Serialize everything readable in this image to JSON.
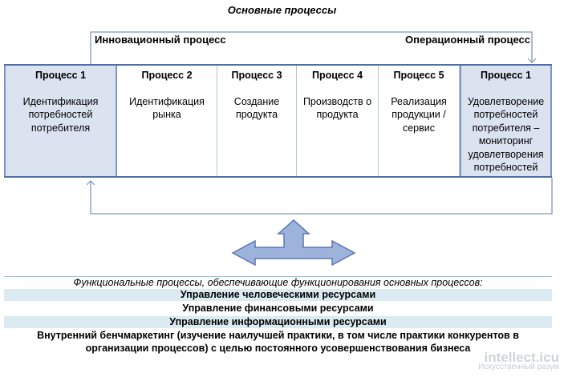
{
  "title": "Основные процессы",
  "bracket_left_label": "Инновационный процесс",
  "bracket_right_label": "Операционный процесс",
  "processes": [
    {
      "title": "Процесс 1",
      "desc": "Идентификация потребностей потребителя",
      "highlight": true
    },
    {
      "title": "Процесс 2",
      "desc": "Идентификация рынка",
      "highlight": false
    },
    {
      "title": "Процесс 3",
      "desc": "Создание продукта",
      "highlight": false
    },
    {
      "title": "Процесс 4",
      "desc": "Производств о продукта",
      "highlight": false
    },
    {
      "title": "Процесс 5",
      "desc": "Реализация продукции / сервис",
      "highlight": false
    },
    {
      "title": "Процесс 1",
      "desc": "Удовлетворение потребностей потребителя – мониторинг удовлетворения потребностей",
      "highlight": true
    }
  ],
  "functional": {
    "caption": "Функциональные процессы, обеспечивающие функционирования основных процессов:",
    "rows": [
      "Управление человеческими ресурсами",
      "Управление финансовыми ресурсами",
      "Управление информационными ресурсами",
      "Внутренний бенчмаркетинг (изучение наилучшей практики, в том числе практики конкурентов в организации процессов) с целью постоянного усовершенствования бизнеса"
    ]
  },
  "watermark": {
    "line1": "intellect.icu",
    "line2": "Искусственный разум"
  },
  "colors": {
    "box_border": "#4f6fa8",
    "highlight_fill": "#dbe3f1",
    "arrow_fill": "#9db3dc",
    "arrow_stroke": "#5a78b5",
    "line_color": "#7f95bf",
    "func_shade": "#dcebf2"
  }
}
